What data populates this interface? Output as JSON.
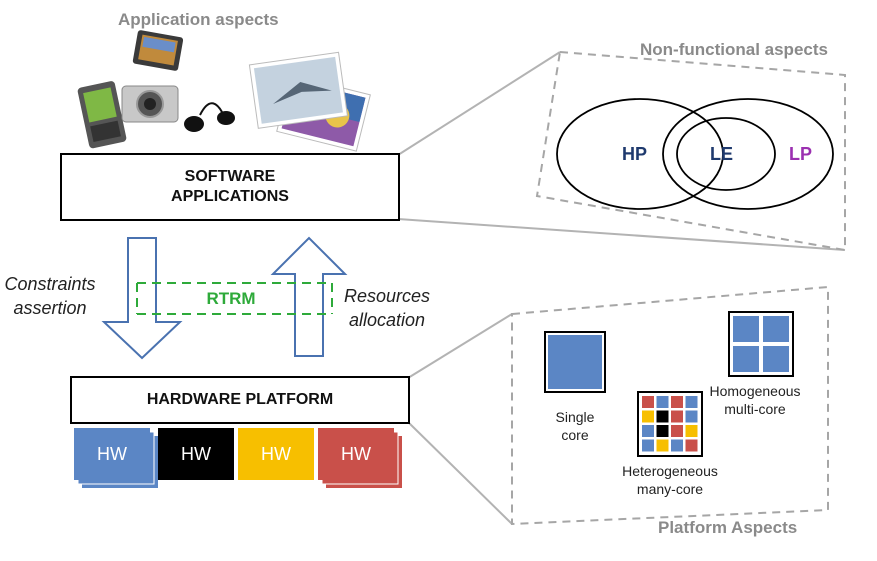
{
  "headings": {
    "application": "Application aspects",
    "non_functional": "Non-functional aspects",
    "platform": "Platform Aspects"
  },
  "software_box": {
    "line1": "SOFTWARE",
    "line2": "APPLICATIONS"
  },
  "hardware_box": {
    "label": "HARDWARE PLATFORM"
  },
  "left_arrow_label": {
    "line1": "Constraints",
    "line2": "assertion"
  },
  "right_arrow_label": {
    "line1": "Resources",
    "line2": "allocation"
  },
  "rtrm": {
    "label": "RTRM",
    "color": "#2eaa3a"
  },
  "venn": {
    "hp": {
      "label": "HP",
      "color": "#1f3a6e"
    },
    "le": {
      "label": "LE",
      "color": "#1f3a6e"
    },
    "lp": {
      "label": "LP",
      "color": "#9b30b0"
    }
  },
  "hw_cards": [
    {
      "label": "HW",
      "color": "#5b86c5"
    },
    {
      "label": "HW",
      "color": "#000000"
    },
    {
      "label": "HW",
      "color": "#f7bf00"
    },
    {
      "label": "HW",
      "color": "#c9504a"
    }
  ],
  "platform_types": {
    "single": {
      "line1": "Single",
      "line2": "core"
    },
    "homogeneous": {
      "line1": "Homogeneous",
      "line2": "multi-core"
    },
    "heterogeneous": {
      "line1": "Heterogeneous",
      "line2": "many-core"
    }
  },
  "colors": {
    "core_blue": "#5b86c5",
    "dash_gray": "#a6a6a6"
  }
}
